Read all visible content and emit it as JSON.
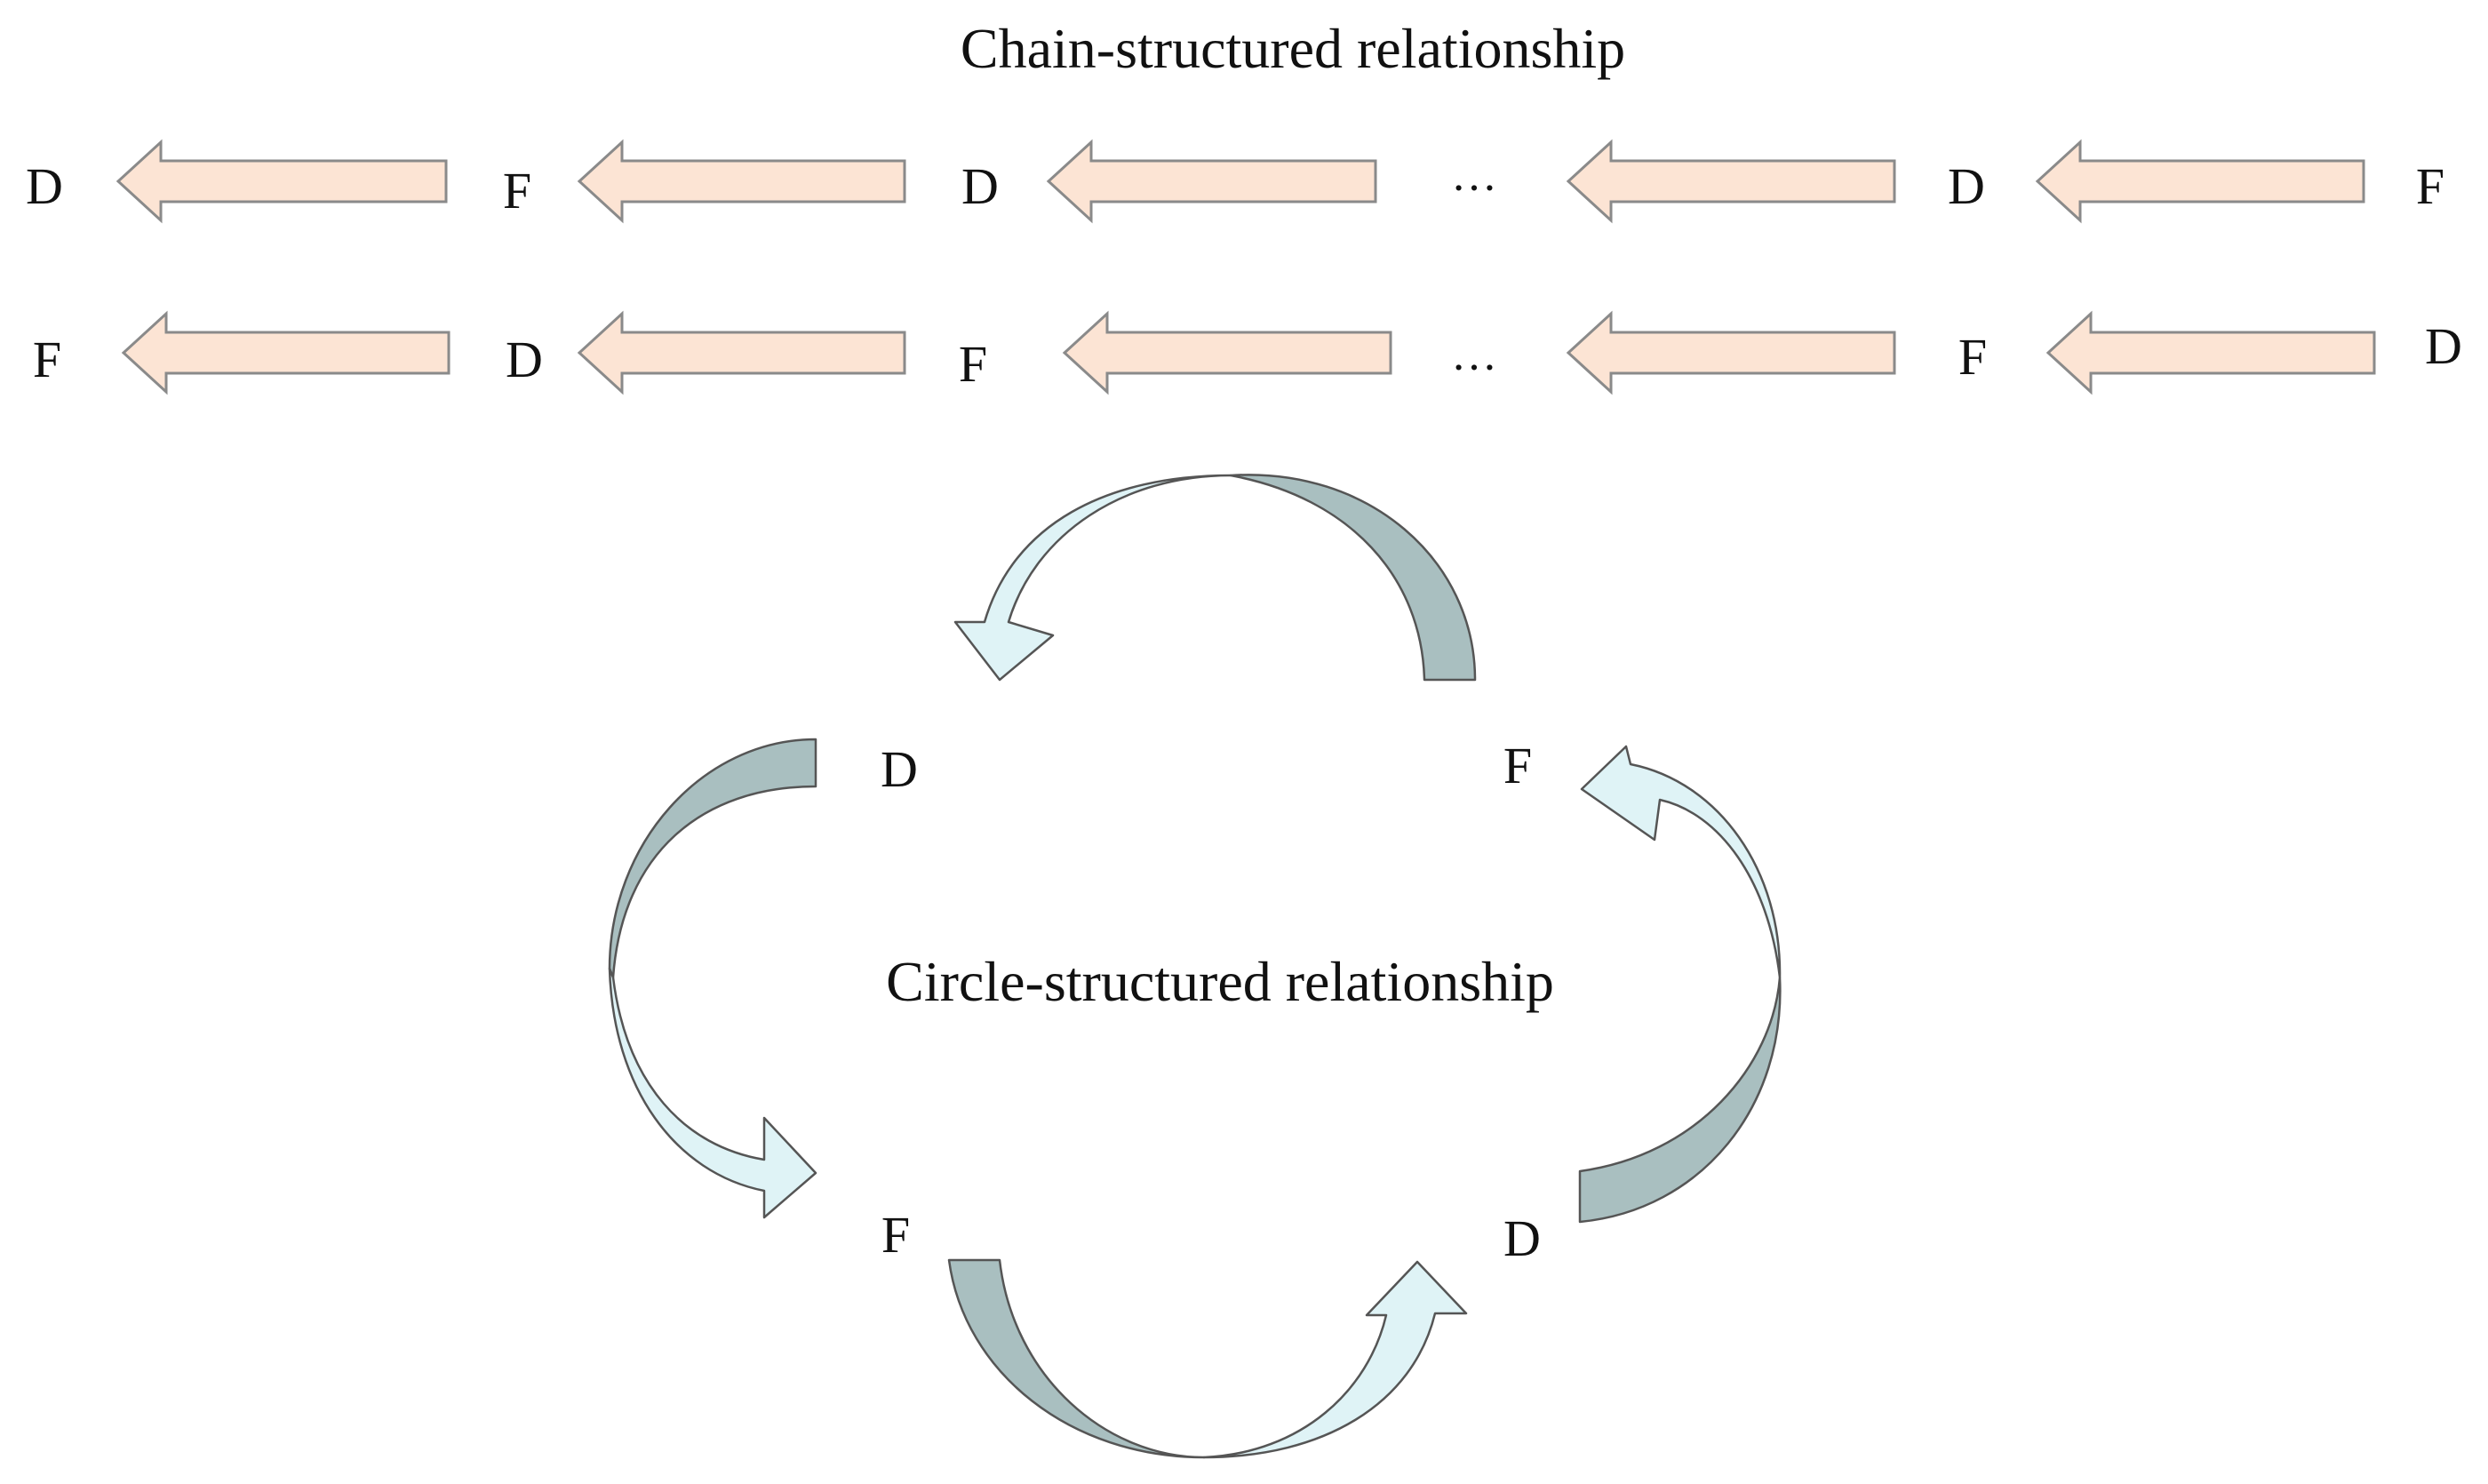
{
  "chain": {
    "title": "Chain-structured relationship",
    "rows": [
      [
        "D",
        "F",
        "D",
        "…",
        "D",
        "F"
      ],
      [
        "F",
        "D",
        "F",
        "…",
        "F",
        "D"
      ]
    ]
  },
  "circle": {
    "title": "Circle-structured relationship",
    "nodes": [
      "D",
      "F",
      "F",
      "D"
    ]
  },
  "colors": {
    "chain_arrow_fill": "#fce4d4",
    "chain_arrow_stroke": "#8a8a8a",
    "curve_light": "#dff3f6",
    "curve_dark": "#a9bfc0",
    "curve_stroke": "#555555"
  }
}
